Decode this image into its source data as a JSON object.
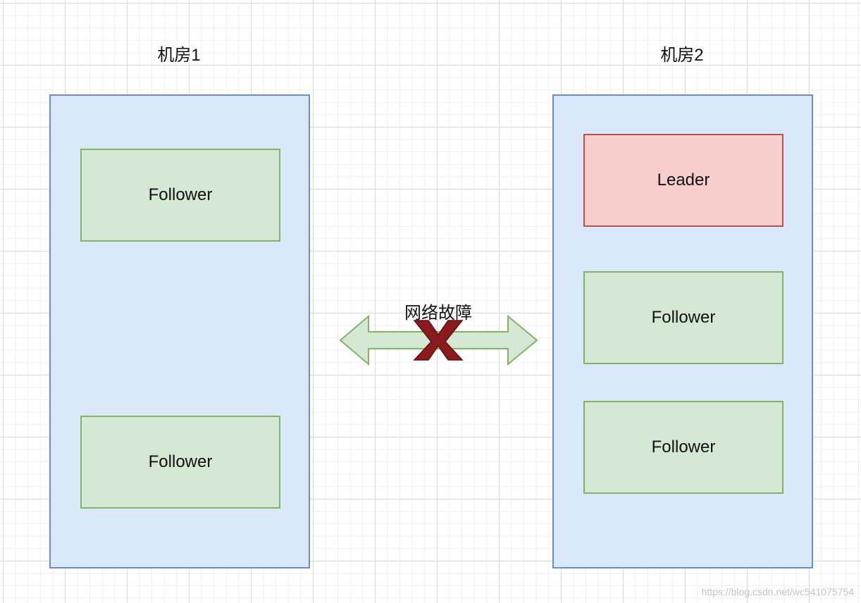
{
  "rooms": [
    {
      "label": "机房1"
    },
    {
      "label": "机房2"
    }
  ],
  "room1": {
    "nodes": [
      "Follower",
      "Follower"
    ]
  },
  "room2": {
    "nodes": [
      "Leader",
      "Follower",
      "Follower"
    ]
  },
  "link": {
    "label": "网络故障"
  },
  "watermark": "https://blog.csdn.net/wc541075754",
  "colors": {
    "room_fill": "#dae8fc",
    "room_border": "#6c8ebf",
    "follower_fill": "#d5e8d4",
    "follower_border": "#82b366",
    "leader_fill": "#f8cecc",
    "leader_border": "#b85450",
    "fault_mark": "#8b1a1f"
  },
  "icons": {
    "link": "double-arrow-icon",
    "fault": "x-mark-icon"
  }
}
